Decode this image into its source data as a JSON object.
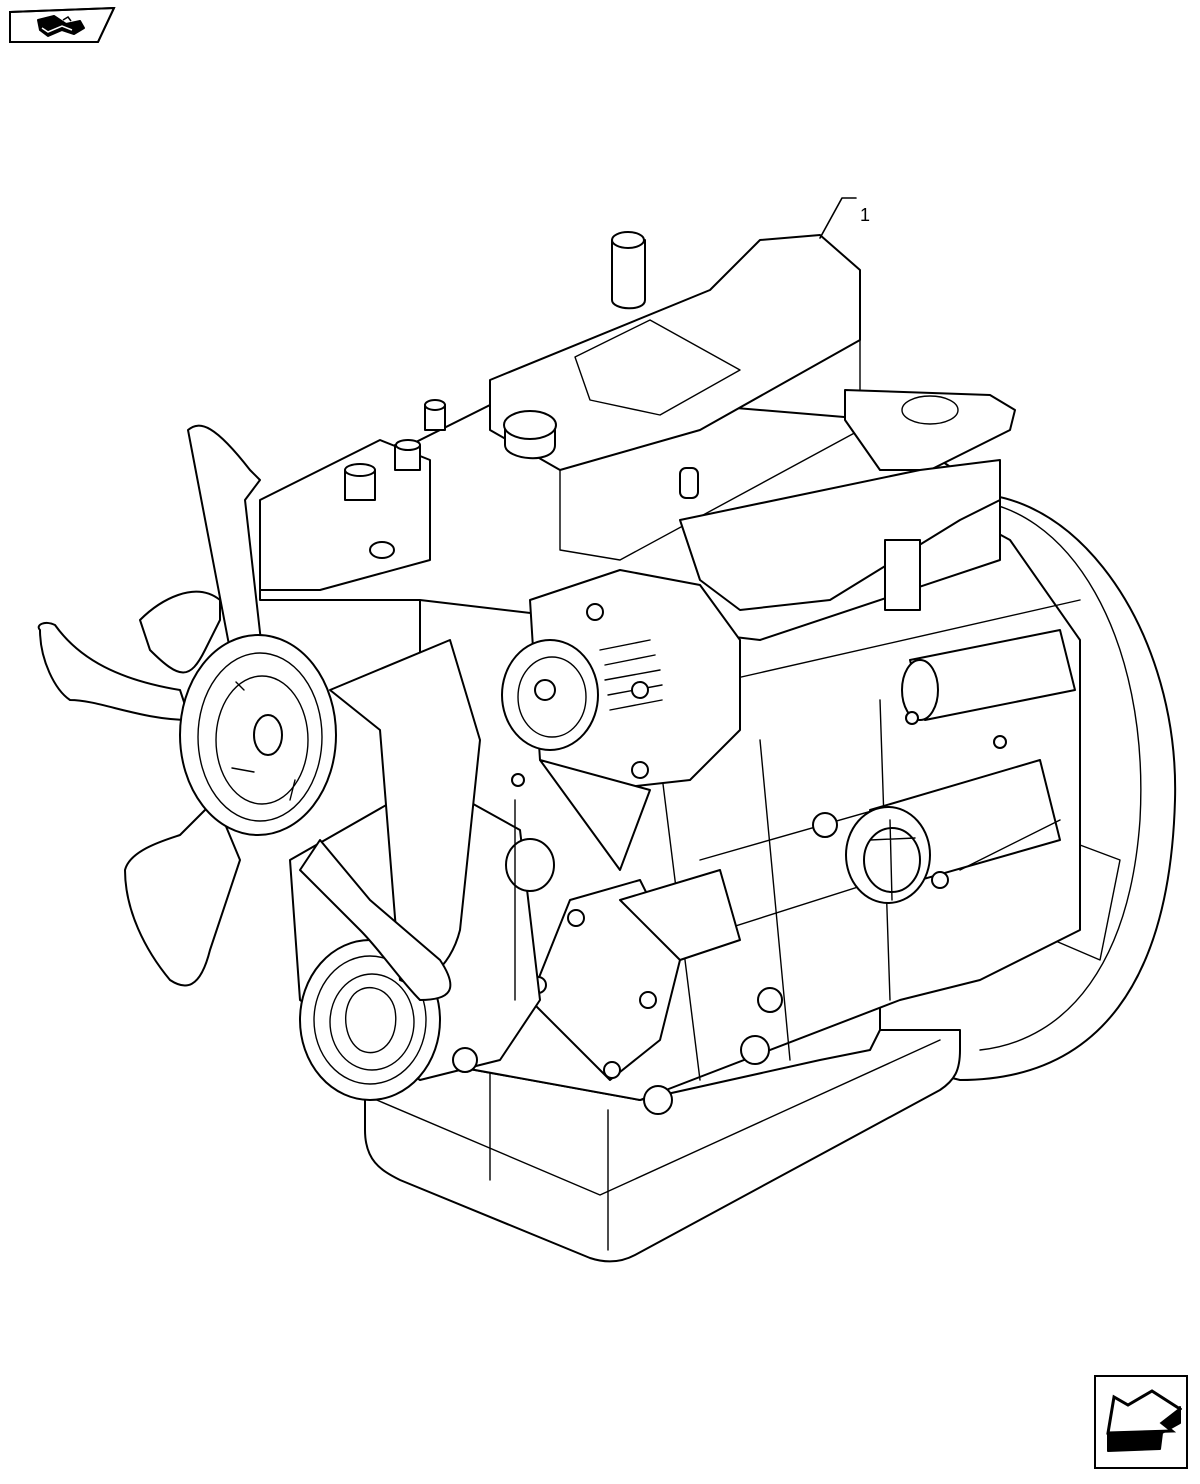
{
  "page": {
    "type": "parts-catalog-illustration",
    "subject": "Engine assembly"
  },
  "nav_badge": {
    "icon": "manual-book-icon",
    "shape": "parallelogram-outline"
  },
  "callouts": [
    {
      "label": "1",
      "target": "engine-assembly"
    }
  ],
  "back_button": {
    "icon": "previous-page-arrow-icon",
    "direction": "down-left"
  },
  "colors": {
    "line": "#000000",
    "background": "#ffffff"
  }
}
